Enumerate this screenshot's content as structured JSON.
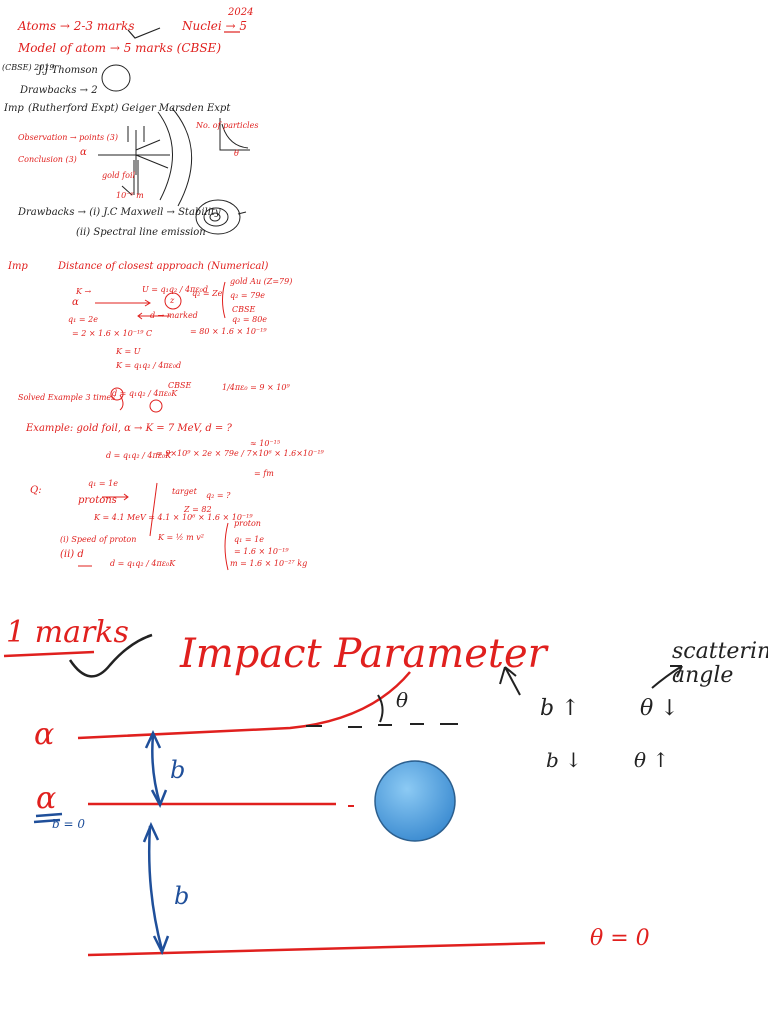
{
  "notes": {
    "atoms_marks": "Atoms → 2-3 marks",
    "nuclei_marks": "Nuclei → 5",
    "year": "2024",
    "model_of_atom": "Model of atom → 5 marks (CBSE)",
    "cbse_2019": "(CBSE) 2019",
    "jj_thomson": "J.J Thomson",
    "drawbacks_2": "Drawbacks → 2",
    "imp": "Imp",
    "rutherford_expt": "(Rutherford Expt) Geiger Marsden Expt",
    "observation": "Observation → points (3)",
    "conclusion": "Conclusion (3)",
    "alpha_small": "α",
    "gold_foil": "gold foil",
    "thickness": "10⁻⁶ m",
    "no_of_particles": "No. of particles",
    "theta_small": "θ",
    "drawbacks_maxwell": "Drawbacks → (i) J.C Maxwell → Stability",
    "spectral": "(ii) Spectral line emission",
    "imp2": "Imp",
    "closest_approach": "Distance of closest approach (Numerical)",
    "k_arrow": "K →",
    "alpha2": "α",
    "u_formula": "U = q₁q₂ / 4πε₀d",
    "z_label": "z",
    "q2_ze": "q₂ = Ze",
    "gold_au": "gold Au (Z=79)",
    "q2_79e": "q₂ = 79e",
    "cbse_small": "CBSE",
    "q2_80e": "q₂ = 80e",
    "value_80": "= 80 × 1.6 × 10⁻¹⁹",
    "q1_2e": "q₁ = 2e",
    "q1_value": "= 2 × 1.6 × 10⁻¹⁹ C",
    "d_marked": "d → marked",
    "k_eq_u": "K = U",
    "k_formula": "K = q₁q₂ / 4πε₀d",
    "d_formula": "d = q₁q₂ / 4πε₀K",
    "cbse_marker": "CBSE",
    "one_over": "1/4πε₀ = 9 × 10⁹",
    "solved_example": "Solved Example 3 times",
    "example": "Example: gold foil, α → K = 7 MeV, d = ?",
    "d_calc1": "d = q₁q₂ / 4πε₀K",
    "d_calc2": "= 9×10⁹ × 2e × 79e / 7×10⁶ × 1.6×10⁻¹⁹",
    "d_result": "≈ 10⁻¹⁵",
    "fm": "= fm",
    "q_label": "Q:",
    "q1_1e": "q₁ = 1e",
    "protons": "protons",
    "target": "target",
    "q2_3": "q₂ = ?",
    "z82": "Z = 82",
    "k_value": "K = 4.1 MeV = 4.1 × 10⁶ × 1.6 × 10⁻¹⁹",
    "speed_of_proton": "(i) Speed of proton",
    "ii_d": "(ii) d",
    "k_half": "K = ½ m v²",
    "proton_brace": "proton",
    "q1_1e_b": "q₁ = 1e",
    "q1_val_b": "= 1.6 × 10⁻¹⁹",
    "m_val": "m = 1.6 × 10⁻²⁷ kg",
    "d_final": "d = q₁q₂ / 4πε₀K",
    "one_marks": "1 marks",
    "impact_parameter": "Impact Parameter",
    "scattering_angle": "scattering angle",
    "theta": "θ",
    "alpha_top": "α",
    "alpha_mid": "α",
    "b_top": "b",
    "b_bottom": "b",
    "b_eq_0": "b = 0",
    "b_up": "b ↑",
    "theta_down": "θ ↓",
    "b_down": "b ↓",
    "theta_up": "θ ↑",
    "theta_eq_0": "θ = 0"
  },
  "colors": {
    "ink_red": "#e0201e",
    "ink_black": "#222222",
    "ink_blue": "#1f4f9a",
    "nucleus_fill": "#4a9ee0",
    "nucleus_stroke": "#2c5f8e"
  }
}
